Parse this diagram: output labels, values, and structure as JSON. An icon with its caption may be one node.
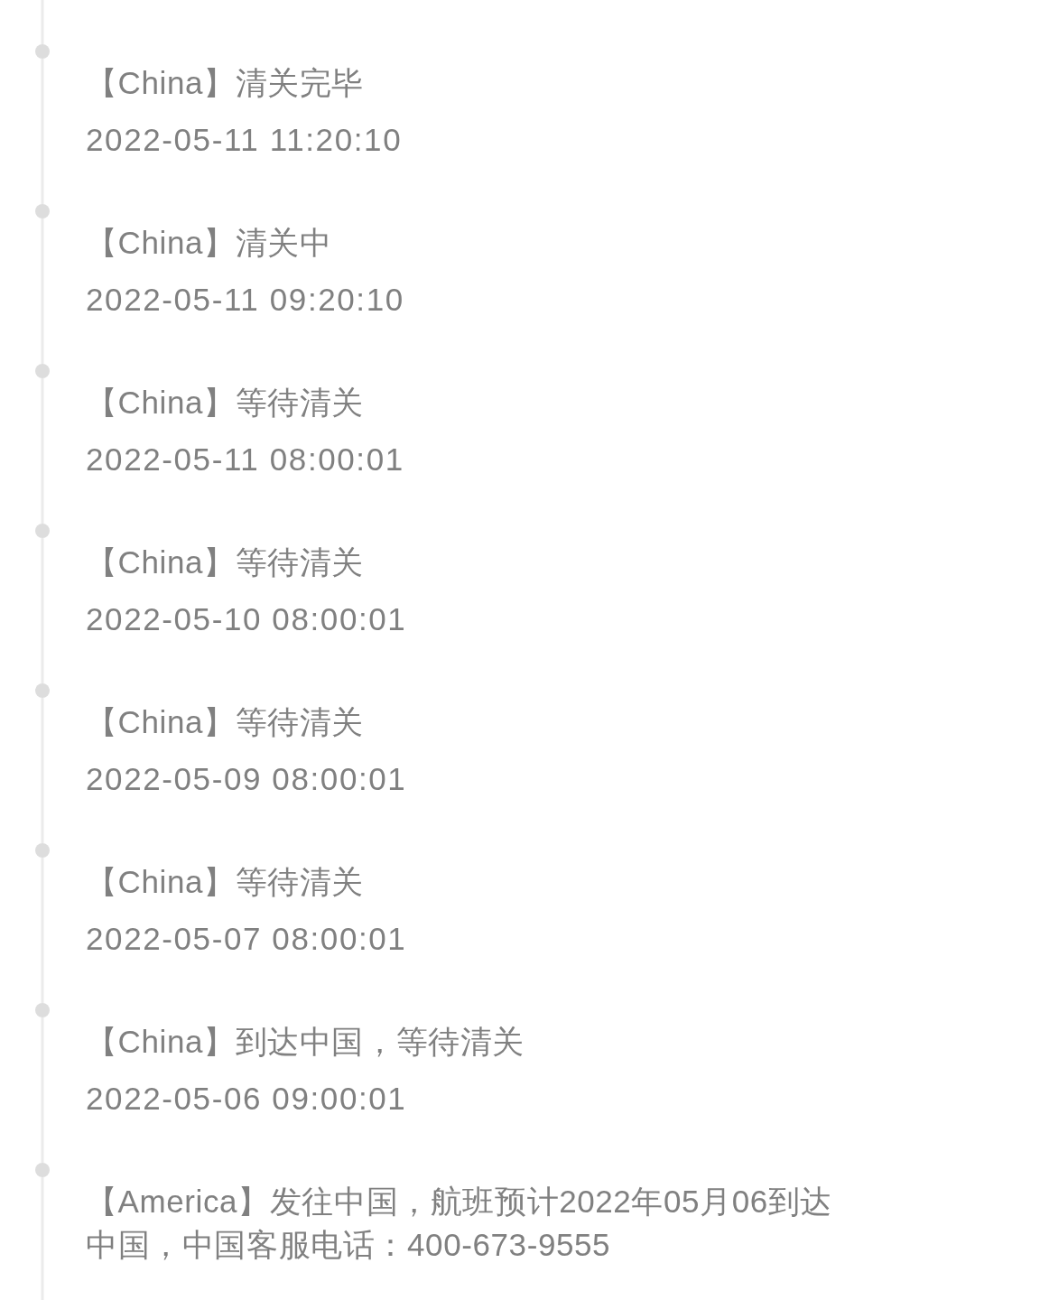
{
  "diagram": {
    "nodes": [
      {
        "text": [],
        "shape": "circle",
        "beside": [
          "【China】清关完毕",
          "2022-05-11 11:20:10"
        ]
      },
      {
        "text": [],
        "shape": "circle",
        "beside": [
          "【China】清关中",
          "2022-05-11 09:20:10"
        ]
      },
      {
        "text": [],
        "shape": "circle",
        "beside": [
          "【China】等待清关",
          "2022-05-11 08:00:01"
        ]
      },
      {
        "text": [],
        "shape": "circle",
        "beside": [
          "【China】等待清关",
          "2022-05-10 08:00:01"
        ]
      },
      {
        "text": [],
        "shape": "circle",
        "beside": [
          "【China】等待清关",
          "2022-05-09 08:00:01"
        ]
      },
      {
        "text": [],
        "shape": "circle",
        "beside": [
          "【China】等待清关",
          "2022-05-07 08:00:01"
        ]
      },
      {
        "text": [],
        "shape": "circle",
        "beside": [
          "【China】到达中国，等待清关",
          "2022-05-06 09:00:01"
        ]
      },
      {
        "text": [],
        "shape": "circle",
        "beside": [
          "【America】发往中国，航班预计2022年05月06到达中国，中国客服电话：400-673-9555"
        ]
      }
    ],
    "edges": [
      {
        "from": null,
        "to": 0,
        "arrow": "none"
      },
      {
        "from": 0,
        "to": 1,
        "arrow": "none"
      },
      {
        "from": 1,
        "to": 2,
        "arrow": "none"
      },
      {
        "from": 2,
        "to": 3,
        "arrow": "none"
      },
      {
        "from": 3,
        "to": 4,
        "arrow": "none"
      },
      {
        "from": 4,
        "to": 5,
        "arrow": "none"
      },
      {
        "from": 5,
        "to": 6,
        "arrow": "none"
      },
      {
        "from": 6,
        "to": 7,
        "arrow": "none"
      },
      {
        "from": 7,
        "to": null,
        "arrow": "none"
      }
    ]
  }
}
